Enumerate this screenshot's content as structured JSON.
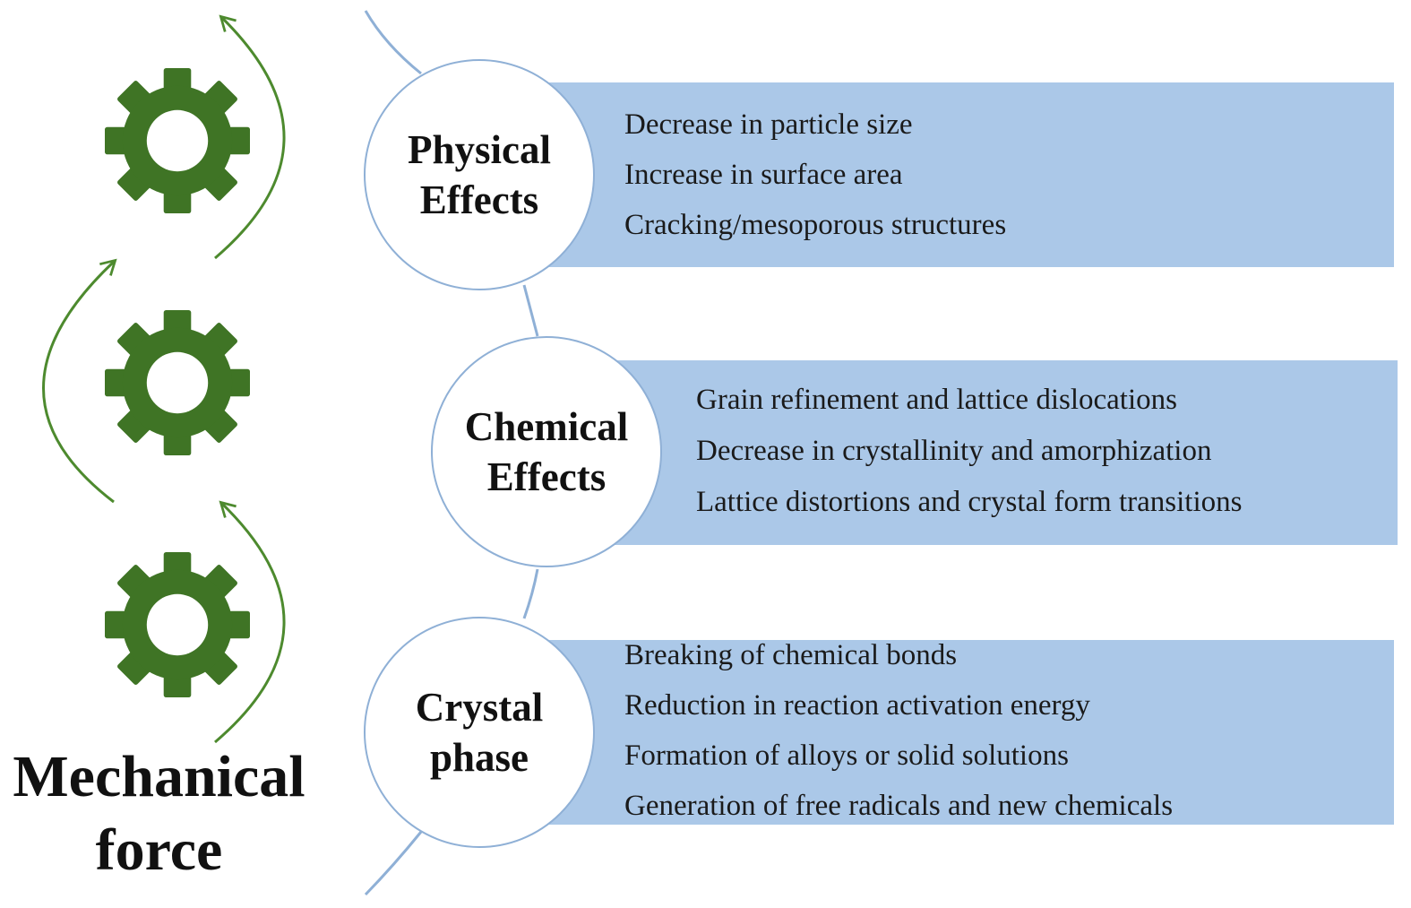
{
  "title": "Mechanical\nforce",
  "colors": {
    "gear": "#3f7425",
    "arrow": "#4d8a2e",
    "band": "#abc8e8",
    "connector": "#8fb0d6"
  },
  "icons": [
    "gear-icon",
    "gear-icon",
    "gear-icon",
    "curved-arrow-icon"
  ],
  "effects": [
    {
      "label": "Physical\nEffects",
      "items": [
        "Decrease  in particle size",
        "Increase  in surface area",
        "Cracking/mesoporous  structures"
      ]
    },
    {
      "label": "Chemical\nEffects",
      "items": [
        "Grain refinement  and lattice dislocations",
        "Decrease  in crystallinity  and amorphization",
        "Lattice distortions and crystal form transitions"
      ]
    },
    {
      "label": "Crystal\nphase",
      "items": [
        "Breaking  of chemical  bonds",
        "Reduction in reaction activation energy",
        "Formation of alloys  or solid solutions",
        "Generation  of free radicals and new chemicals"
      ]
    }
  ]
}
